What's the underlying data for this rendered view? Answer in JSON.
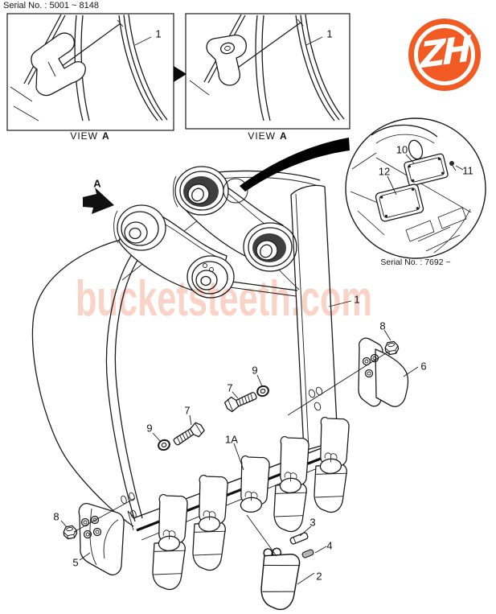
{
  "header": {
    "serial_range": "Serial No. : 5001 ~ 8148"
  },
  "view_insets": {
    "caption_prefix": "VIEW",
    "caption_letter": "A",
    "inset1": {
      "part_label": "1"
    },
    "inset2": {
      "part_label": "1"
    }
  },
  "logo": {
    "text": "ZH",
    "color": "#F15A22"
  },
  "detail_inset": {
    "serial": "Serial No. : 7692 ~",
    "labels": {
      "p10": "10",
      "p11": "11",
      "p12": "12"
    }
  },
  "diagram": {
    "view_direction_label": "A",
    "labels": {
      "p1": "1",
      "p1a": "1A",
      "p2": "2",
      "p3": "3",
      "p4": "4",
      "p5": "5",
      "p6": "6",
      "p7_left": "7",
      "p7_right": "7",
      "p8_left": "8",
      "p8_right": "8",
      "p9_left": "9",
      "p9_right": "9"
    }
  },
  "watermark": {
    "text": "bucketsteeth.com",
    "color": "rgba(242,144,114,0.40)"
  }
}
